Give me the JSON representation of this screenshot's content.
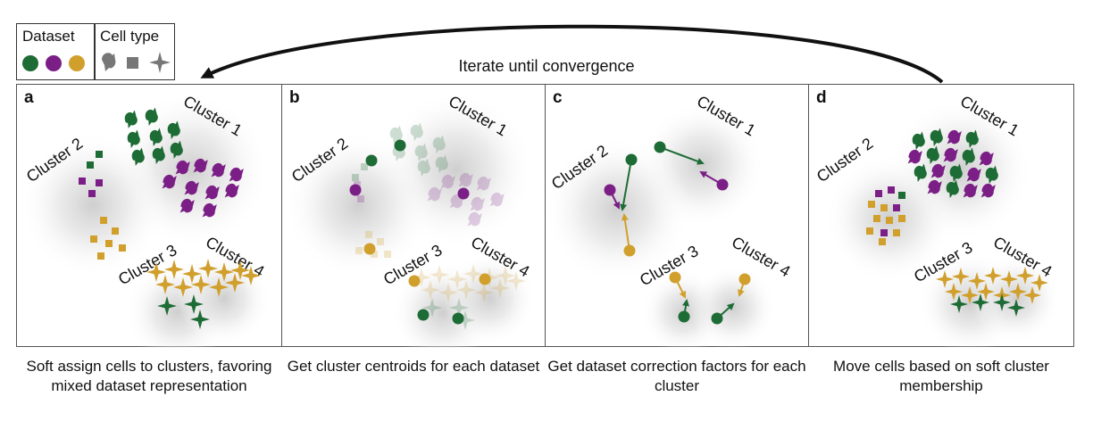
{
  "legend": {
    "dataset_header": "Dataset",
    "celltype_header": "Cell type"
  },
  "colors": {
    "green": "#1d6b35",
    "purple": "#7b1f86",
    "gold": "#d19f2c",
    "gray": "#777777"
  },
  "iterate_label": "Iterate until convergence",
  "panels": [
    {
      "letter": "a",
      "caption": "Soft assign cells to clusters, favoring mixed dataset representation"
    },
    {
      "letter": "b",
      "caption": "Get cluster centroids for each dataset"
    },
    {
      "letter": "c",
      "caption": "Get dataset correction factors for each cluster"
    },
    {
      "letter": "d",
      "caption": "Move cells based on soft cluster membership"
    }
  ],
  "cluster_labels": [
    "Cluster 1",
    "Cluster 2",
    "Cluster 3",
    "Cluster 4"
  ]
}
